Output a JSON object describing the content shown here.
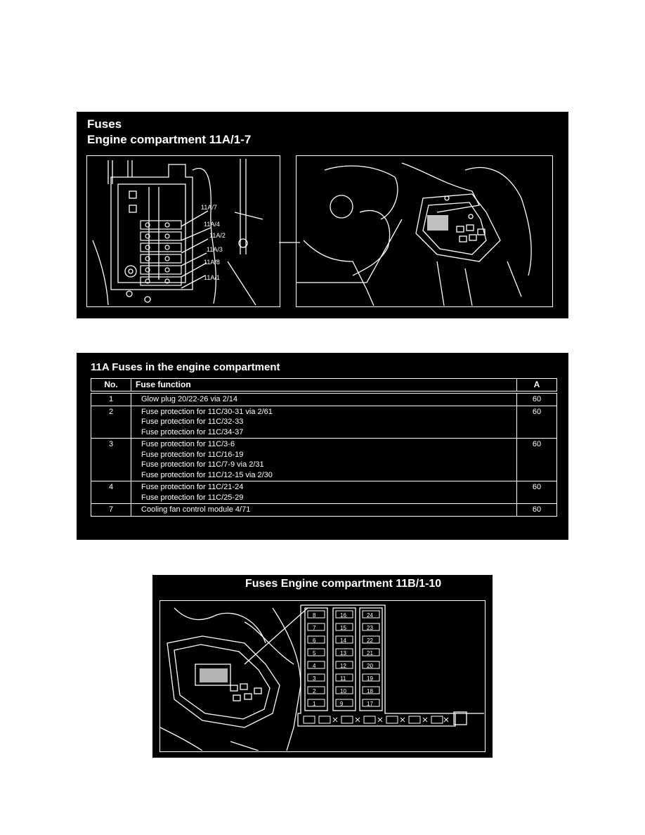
{
  "panel_a": {
    "title_line1": "Fuses",
    "title_line2": "Engine compartment 11A/1-7",
    "callouts": [
      "11A/7",
      "11A/4",
      "11A/2",
      "11A/3",
      "11A/8",
      "11A/1"
    ]
  },
  "panel_b": {
    "title": "11A Fuses in the engine compartment",
    "headers": {
      "no": "No.",
      "function": "Fuse function",
      "amps": "A"
    },
    "rows": [
      {
        "no": "1",
        "functions": [
          "Glow plug 20/22-26 via 2/14"
        ],
        "amps": "60"
      },
      {
        "no": "2",
        "functions": [
          "Fuse protection for 11C/30-31 via 2/61",
          "Fuse protection for 11C/32-33",
          "Fuse protection for 11C/34-37"
        ],
        "amps": "60"
      },
      {
        "no": "3",
        "functions": [
          "Fuse protection for 11C/3-6",
          "Fuse protection for 11C/16-19",
          "Fuse protection for 11C/7-9 via 2/31",
          "Fuse protection for 11C/12-15 via 2/30"
        ],
        "amps": "60"
      },
      {
        "no": "4",
        "functions": [
          "Fuse protection for 11C/21-24",
          "Fuse protection for 11C/25-29"
        ],
        "amps": "60"
      },
      {
        "no": "7",
        "functions": [
          "Cooling fan control module 4/71"
        ],
        "amps": "60"
      }
    ]
  },
  "panel_c": {
    "title": "Fuses Engine compartment 11B/1-10",
    "col1": [
      "8",
      "7",
      "6",
      "5",
      "4",
      "3",
      "2",
      "1"
    ],
    "col2": [
      "16",
      "15",
      "14",
      "13",
      "12",
      "11",
      "10",
      "9"
    ],
    "col3": [
      "24",
      "23",
      "22",
      "21",
      "20",
      "19",
      "18",
      "17"
    ]
  }
}
